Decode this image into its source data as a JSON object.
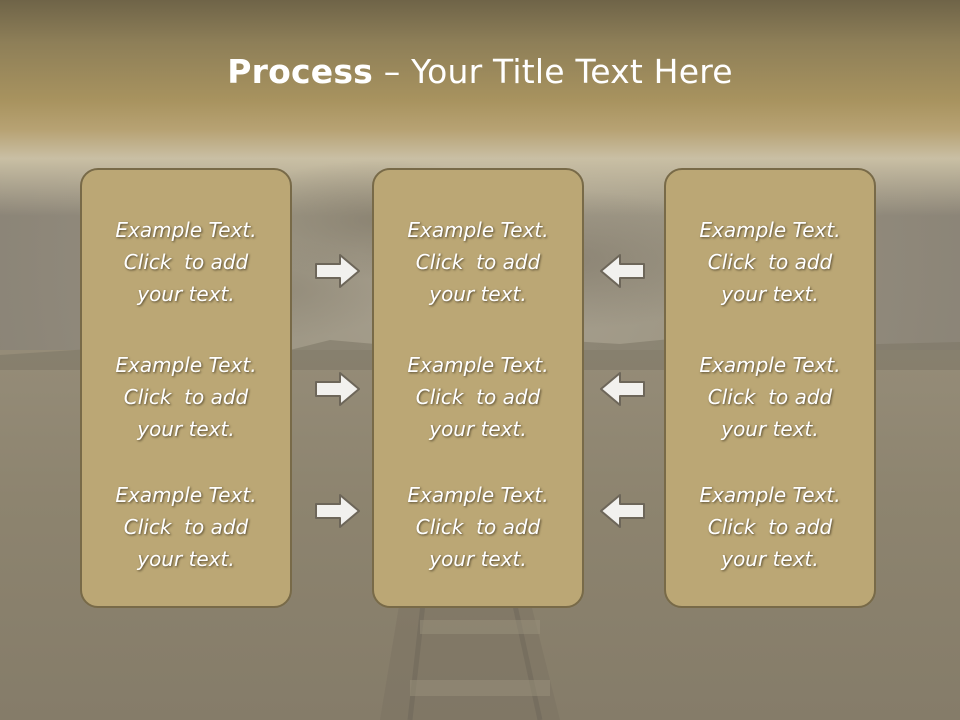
{
  "slide": {
    "title_bold": "Process",
    "title_rest": " – Your Title Text Here"
  },
  "columns": [
    {
      "items": [
        {
          "lines": [
            "Example Text.",
            "Click  to add",
            "your text."
          ]
        },
        {
          "lines": [
            "Example Text.",
            "Click  to add",
            "your text."
          ]
        },
        {
          "lines": [
            "Example Text.",
            "Click  to add",
            "your text."
          ]
        }
      ]
    },
    {
      "items": [
        {
          "lines": [
            "Example Text.",
            "Click  to add",
            "your text."
          ]
        },
        {
          "lines": [
            "Example Text.",
            "Click  to add",
            "your text."
          ]
        },
        {
          "lines": [
            "Example Text.",
            "Click  to add",
            "your text."
          ]
        }
      ]
    },
    {
      "items": [
        {
          "lines": [
            "Example Text.",
            "Click  to add",
            "your text."
          ]
        },
        {
          "lines": [
            "Example Text.",
            "Click  to add",
            "your text."
          ]
        },
        {
          "lines": [
            "Example Text.",
            "Click  to add",
            "your text."
          ]
        }
      ]
    }
  ],
  "arrows": {
    "left_group": "right-arrow-icon",
    "right_group": "left-arrow-icon"
  },
  "colors": {
    "panel_fill": "#bba775",
    "panel_border": "#786a48",
    "title_band": "#a8935f"
  }
}
